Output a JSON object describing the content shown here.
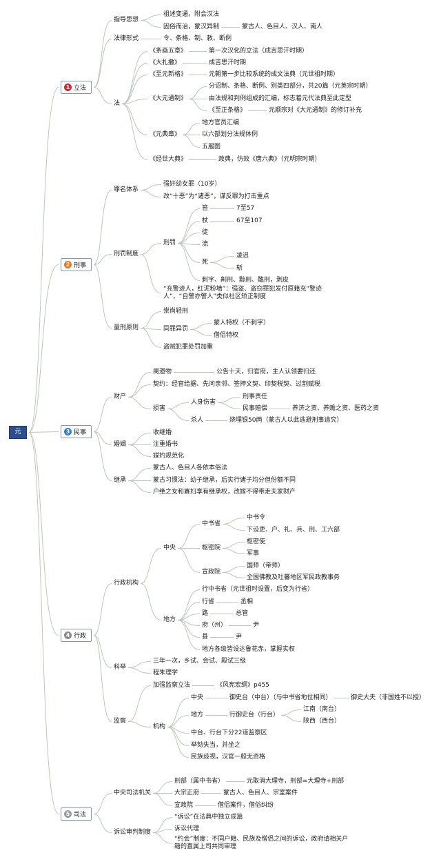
{
  "root": "元",
  "colors": {
    "wire": "#b9c9b9",
    "root_bg": "#2e4f8e",
    "branch_border": "#7a98c2",
    "n1": "#d6262e",
    "n2": "#e9771f",
    "n3": "#2f7fd1",
    "n4": "#8b8b8b",
    "n5": "#9b9b9b"
  },
  "branches": [
    {
      "id": "b1",
      "num": "1",
      "label": "立法"
    },
    {
      "id": "b2",
      "num": "2",
      "label": "刑事"
    },
    {
      "id": "b3",
      "num": "3",
      "label": "民事"
    },
    {
      "id": "b4",
      "num": "4",
      "label": "行政"
    },
    {
      "id": "b5",
      "num": "5",
      "label": "司法"
    }
  ],
  "nodes": [
    {
      "id": "l1",
      "text": "指导思想"
    },
    {
      "id": "l1a",
      "text": "祖述变通，附会汉法"
    },
    {
      "id": "l1b",
      "text": "因俗而治，蒙汉异制"
    },
    {
      "id": "l1b1",
      "text": "蒙古人、色目人、汉人、南人"
    },
    {
      "id": "l2",
      "text": "法律形式"
    },
    {
      "id": "l2a",
      "text": "令、条格、制、敕、断例"
    },
    {
      "id": "l3",
      "text": "法"
    },
    {
      "id": "l3a",
      "text": "《条画五章》"
    },
    {
      "id": "l3a1",
      "text": "第一次汉化的立法（成吉思汗时期）"
    },
    {
      "id": "l3b",
      "text": "《大扎撒》"
    },
    {
      "id": "l3b1",
      "text": "成吉思汗时期"
    },
    {
      "id": "l3c",
      "text": "《至元新格》"
    },
    {
      "id": "l3c1",
      "text": "元朝第一步比较系统的成文法典（元世祖时期）"
    },
    {
      "id": "l3d",
      "text": "《大元通制》"
    },
    {
      "id": "l3d1",
      "text": "分诏制、条格、断例、别类四部分，共20篇（元英宗时期）"
    },
    {
      "id": "l3d2",
      "text": "由法规和判例组成的汇编，标志着元代法典至此定型"
    },
    {
      "id": "l3d3",
      "text": "《至正条格》"
    },
    {
      "id": "l3d31",
      "text": "元顺宗对《大元通制》的修订补充"
    },
    {
      "id": "l3e",
      "text": "《元典章》"
    },
    {
      "id": "l3e1",
      "text": "地方官员汇编"
    },
    {
      "id": "l3e2",
      "text": "以六部划分法规体例"
    },
    {
      "id": "l3e3",
      "text": "五服图"
    },
    {
      "id": "l3f",
      "text": "《经世大典》"
    },
    {
      "id": "l3f1",
      "text": "政典，仿效《唐六典》（元明宗时期）"
    },
    {
      "id": "x1",
      "text": "罪名体系"
    },
    {
      "id": "x1a",
      "text": "强奸幼女罪（10岁）"
    },
    {
      "id": "x1b",
      "text": "改“十恶”为“诸恶”，谋反罪为打击重点"
    },
    {
      "id": "x2",
      "text": "刑罚制度"
    },
    {
      "id": "x2a",
      "text": "刑罚"
    },
    {
      "id": "x2a1",
      "text": "笞"
    },
    {
      "id": "x2a1v",
      "text": "7至57"
    },
    {
      "id": "x2a2",
      "text": "杖"
    },
    {
      "id": "x2a2v",
      "text": "67至107"
    },
    {
      "id": "x2a3",
      "text": "徒"
    },
    {
      "id": "x2a4",
      "text": "流"
    },
    {
      "id": "x2a5",
      "text": "死"
    },
    {
      "id": "x2a5a",
      "text": "凌迟"
    },
    {
      "id": "x2a5b",
      "text": "斩"
    },
    {
      "id": "x2a6",
      "text": "刺字、劓刑、黥刑、醢刑，剥皮"
    },
    {
      "id": "x2b",
      "text": "“充警迹人，红泥粉墙”：强盗、盗窃罪犯发付原籍充“警迹人”，“自警亦警人”类似社区矫正制度"
    },
    {
      "id": "x3",
      "text": "量刑原则"
    },
    {
      "id": "x3a",
      "text": "崇尚轻刑"
    },
    {
      "id": "x3b",
      "text": "同罪异罚"
    },
    {
      "id": "x3b1",
      "text": "蒙人特权（不刺字）"
    },
    {
      "id": "x3b2",
      "text": "僧侣特权"
    },
    {
      "id": "x3c",
      "text": "盗贼犯罪处罚加重"
    },
    {
      "id": "m1",
      "text": "财产"
    },
    {
      "id": "m1a",
      "text": "阑遗物"
    },
    {
      "id": "m1a1",
      "text": "公告十天，归官府，主人认领要归还"
    },
    {
      "id": "m1b",
      "text": "契约：经官给据、先问亲邻、签押文契、印契税契、过割赋税"
    },
    {
      "id": "m1c",
      "text": "损害"
    },
    {
      "id": "m1c1",
      "text": "人身伤害"
    },
    {
      "id": "m1c1a",
      "text": "刑事责任"
    },
    {
      "id": "m1c1b",
      "text": "民事赔偿"
    },
    {
      "id": "m1c1b1",
      "text": "养济之资、养赡之资、医药之资"
    },
    {
      "id": "m1c2",
      "text": "杀人"
    },
    {
      "id": "m1c2a",
      "text": "烧埋银50两（蒙古人以此逃避刑事追究）"
    },
    {
      "id": "m2",
      "text": "婚姻"
    },
    {
      "id": "m2a",
      "text": "收继婚"
    },
    {
      "id": "m2b",
      "text": "注重婚书"
    },
    {
      "id": "m2c",
      "text": "媒妁规范化"
    },
    {
      "id": "m3",
      "text": "继承"
    },
    {
      "id": "m3a",
      "text": "蒙古人、色目人各依本俗法"
    },
    {
      "id": "m3b",
      "text": "蒙古习惯法：幼子继承，后实行诸子均分但份额不同"
    },
    {
      "id": "m3c",
      "text": "户绝之女和寡妇享有继承权，改嫁不得带走夫家财产"
    },
    {
      "id": "a1",
      "text": "行政机构"
    },
    {
      "id": "a1a",
      "text": "中央"
    },
    {
      "id": "a1a1",
      "text": "中书省"
    },
    {
      "id": "a1a1a",
      "text": "中书令"
    },
    {
      "id": "a1a1b",
      "text": "下设吏、户、礼、兵、刑、工六部"
    },
    {
      "id": "a1a2",
      "text": "枢密院"
    },
    {
      "id": "a1a2a",
      "text": "枢密使"
    },
    {
      "id": "a1a2b",
      "text": "军事"
    },
    {
      "id": "a1a3",
      "text": "宣政院"
    },
    {
      "id": "a1a3a",
      "text": "国师（帝师）"
    },
    {
      "id": "a1a3b",
      "text": "全国佛教及吐蕃地区军民政教事务"
    },
    {
      "id": "a1b",
      "text": "地方"
    },
    {
      "id": "a1b1",
      "text": "行中书省（元世祖时设置，后变为行省）"
    },
    {
      "id": "a1b2",
      "text": "行省"
    },
    {
      "id": "a1b2a",
      "text": "丞相"
    },
    {
      "id": "a1b3",
      "text": "路"
    },
    {
      "id": "a1b3a",
      "text": "总管"
    },
    {
      "id": "a1b4",
      "text": "府（州）"
    },
    {
      "id": "a1b4a",
      "text": "尹"
    },
    {
      "id": "a1b5",
      "text": "县"
    },
    {
      "id": "a1b5a",
      "text": "尹"
    },
    {
      "id": "a1b6",
      "text": "地方各级皆设达鲁花赤，掌握实权"
    },
    {
      "id": "a2",
      "text": "科举"
    },
    {
      "id": "a2a",
      "text": "三年一次，乡试、会试、殿试三级"
    },
    {
      "id": "a2b",
      "text": "程朱理学"
    },
    {
      "id": "a3",
      "text": "监察"
    },
    {
      "id": "a3a",
      "text": "加强监察立法"
    },
    {
      "id": "a3a1",
      "text": "《风宪宏纲》p455"
    },
    {
      "id": "a3b",
      "text": "机构"
    },
    {
      "id": "a3b1",
      "text": "中央"
    },
    {
      "id": "a3b1a",
      "text": "御史台（中台）（与中书省地位相同）"
    },
    {
      "id": "a3b1b",
      "text": "御史大夫（非国姓不以授）"
    },
    {
      "id": "a3b2",
      "text": "地方"
    },
    {
      "id": "a3b2a",
      "text": "行御史台（行台）"
    },
    {
      "id": "a3b2a1",
      "text": "江南（南台）"
    },
    {
      "id": "a3b2a2",
      "text": "陕西（西台）"
    },
    {
      "id": "a3b3",
      "text": "中台、行台下分22道监察区"
    },
    {
      "id": "a3b4",
      "text": "举劾失当，并坐之"
    },
    {
      "id": "a3b5",
      "text": "民族歧视，汉官一般无资格"
    },
    {
      "id": "s1",
      "text": "中央司法机关"
    },
    {
      "id": "s1a",
      "text": "刑部（属中书省）"
    },
    {
      "id": "s1a1",
      "text": "元取消大理寺，刑部=大理寺+刑部"
    },
    {
      "id": "s1b",
      "text": "大宗正府"
    },
    {
      "id": "s1b1",
      "text": "蒙古人、色目人、宗室案件"
    },
    {
      "id": "s1c",
      "text": "宣政院"
    },
    {
      "id": "s1c1",
      "text": "僧侣案件，僧俗纠纷"
    },
    {
      "id": "s2",
      "text": "诉讼审判制度"
    },
    {
      "id": "s2a",
      "text": "“诉讼”在法典中独立成篇"
    },
    {
      "id": "s2b",
      "text": "诉讼代理"
    },
    {
      "id": "s2c",
      "text": "“约会”制度：不同户籍、民族及僧侣之间的诉讼，政府请相关户籍的直属上司共同审理"
    }
  ]
}
